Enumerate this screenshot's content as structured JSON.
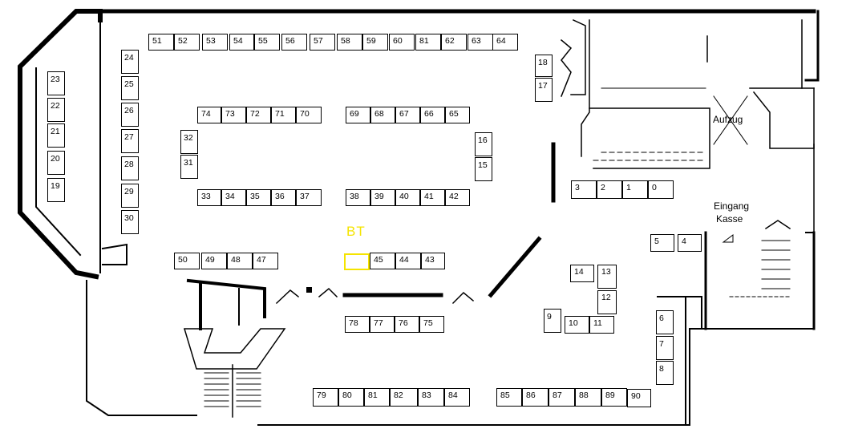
{
  "map": {
    "highlight_label": "BT",
    "highlight_color": "#f5e400",
    "labels": {
      "aufzug": "Aufzug",
      "eingang": "Eingang",
      "kasse": "Kasse"
    },
    "booths": [
      "51",
      "52",
      "53",
      "54",
      "55",
      "56",
      "57",
      "58",
      "59",
      "60",
      "81",
      "62",
      "63",
      "64",
      "24",
      "25",
      "26",
      "27",
      "28",
      "29",
      "30",
      "23",
      "22",
      "21",
      "20",
      "19",
      "74",
      "73",
      "72",
      "71",
      "70",
      "69",
      "68",
      "67",
      "66",
      "65",
      "32",
      "31",
      "16",
      "15",
      "33",
      "34",
      "35",
      "36",
      "37",
      "38",
      "39",
      "40",
      "41",
      "42",
      "18",
      "17",
      "3",
      "2",
      "1",
      "0",
      "5",
      "4",
      "50",
      "49",
      "48",
      "47",
      "45",
      "44",
      "43",
      "14",
      "13",
      "12",
      "9",
      "10",
      "11",
      "78",
      "77",
      "76",
      "75",
      "6",
      "7",
      "8",
      "79",
      "80",
      "81",
      "82",
      "83",
      "84",
      "85",
      "86",
      "87",
      "88",
      "89",
      "90"
    ]
  }
}
